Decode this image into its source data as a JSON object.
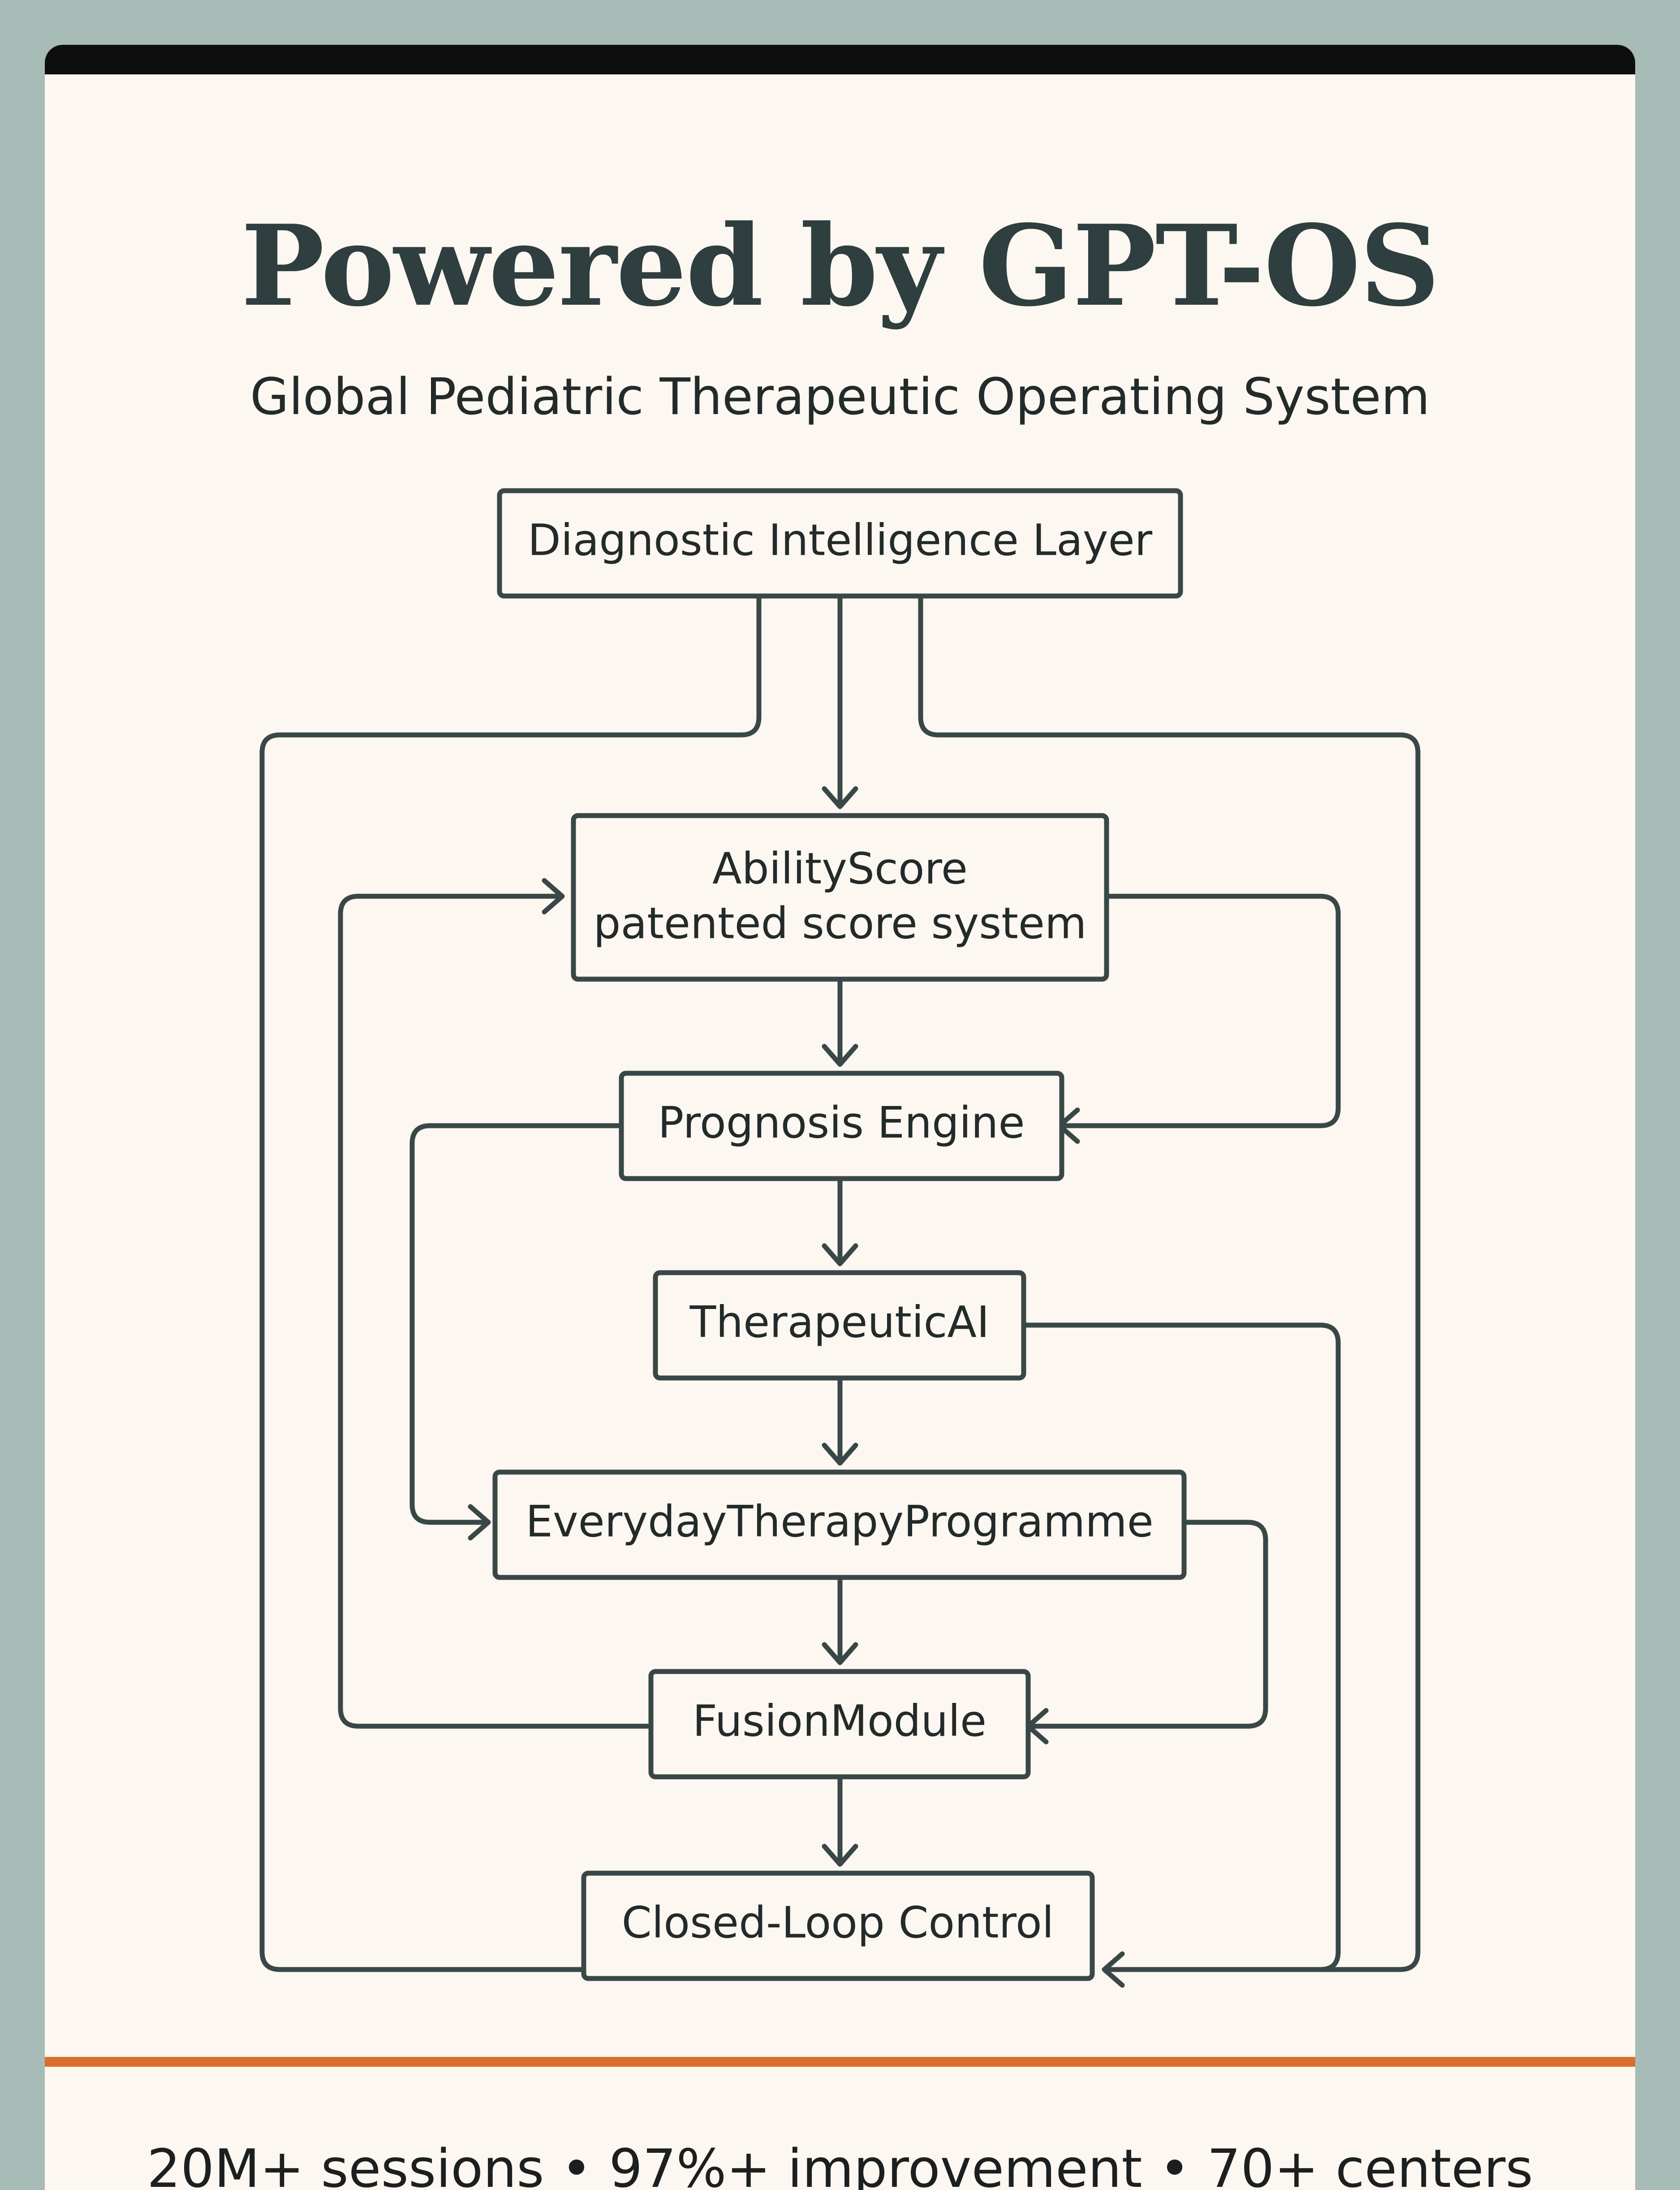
{
  "header": {
    "title": "Powered by GPT-OS",
    "subtitle": "Global Pediatric Therapeutic Operating System"
  },
  "nodes": {
    "diagnostic": "Diagnostic Intelligence Layer",
    "ability_line1": "AbilityScore",
    "ability_line2": "patented score system",
    "prognosis": "Prognosis Engine",
    "therapeutic": "TherapeuticAI",
    "everyday": "EverydayTherapyProgramme",
    "fusion": "FusionModule",
    "closed_loop": "Closed-Loop Control"
  },
  "footer": {
    "stats": "20M+ sessions • 97%+ improvement • 70+ centers"
  },
  "colors": {
    "page_background": "#a7bcb7",
    "card_background": "#fcf7f0",
    "ink": "#3a4747",
    "accent_rule": "#d96e2c"
  }
}
